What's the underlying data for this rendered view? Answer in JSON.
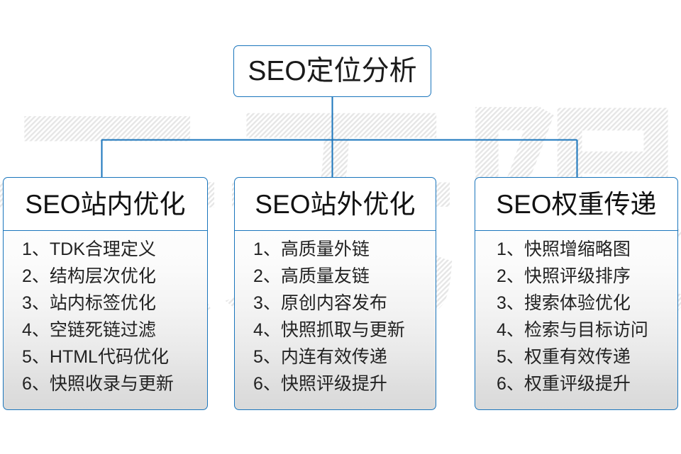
{
  "diagram": {
    "title": "SEO定位分析",
    "watermark": "云无限",
    "accent_color": "#1a75bc",
    "background_color": "#ffffff",
    "text_color": "#1a1a1a",
    "branches": [
      {
        "header": "SEO站内优化",
        "items": [
          "1、TDK合理定义",
          "2、结构层次优化",
          "3、站内标签优化",
          "4、空链死链过滤",
          "5、HTML代码优化",
          "6、快照收录与更新"
        ]
      },
      {
        "header": "SEO站外优化",
        "items": [
          "1、高质量外链",
          "2、高质量友链",
          "3、原创内容发布",
          "4、快照抓取与更新",
          "5、内连有效传递",
          "6、快照评级提升"
        ]
      },
      {
        "header": "SEO权重传递",
        "items": [
          "1、快照增缩略图",
          "2、快照评级排序",
          "3、搜索体验优化",
          "4、检索与目标访问",
          "5、权重有效传递",
          "6、权重评级提升"
        ]
      }
    ]
  }
}
